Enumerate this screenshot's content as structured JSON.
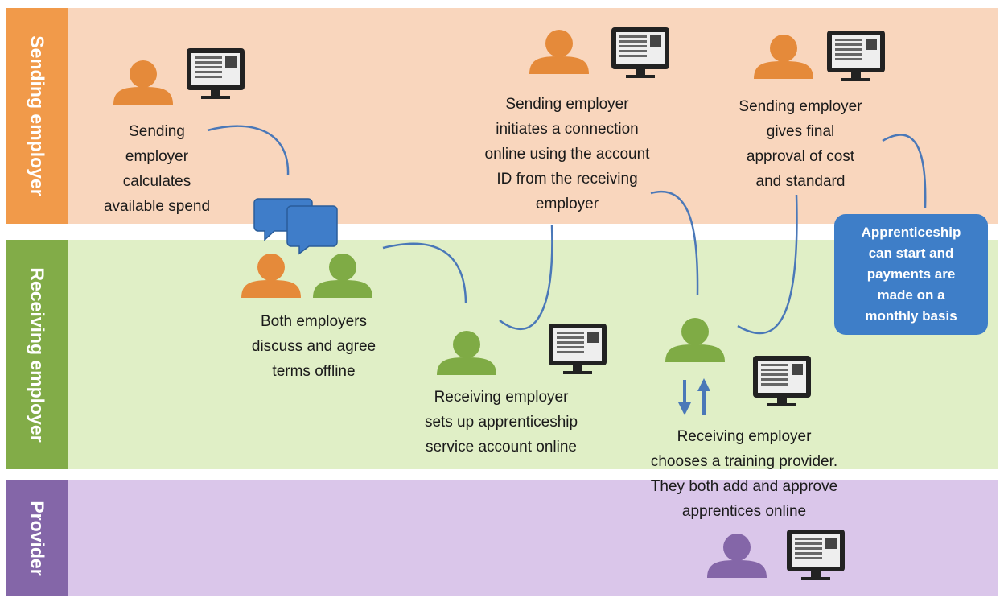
{
  "lanes": {
    "sending": "Sending employer",
    "receiving": "Receiving employer",
    "provider": "Provider"
  },
  "steps": {
    "calculate": [
      "Sending",
      "employer",
      "calculates",
      "available spend"
    ],
    "discuss": [
      "Both employers",
      "discuss and agree",
      "terms offline"
    ],
    "setup": [
      "Receiving employer",
      "sets up apprenticeship",
      "service account online"
    ],
    "connect": [
      "Sending employer",
      "initiates a connection",
      "online using the account",
      "ID from the receiving",
      "employer"
    ],
    "approve": [
      "Sending employer",
      "gives final",
      "approval of cost",
      "and standard"
    ],
    "provider": [
      "Receiving employer",
      "chooses a training provider.",
      "They both add and approve",
      "apprentices online"
    ]
  },
  "outcome": "Apprenticeship\ncan start and\npayments are\nmade on a\nmonthly basis",
  "colors": {
    "sending": "#e58a3a",
    "receiving": "#7fab45",
    "provider": "#8466a8",
    "connector": "#4a78b8",
    "chat": "#3f7dc9",
    "monitor": "#222222"
  },
  "icons": [
    "person-icon",
    "monitor-icon",
    "chat-bubbles-icon",
    "up-down-arrows-icon"
  ]
}
